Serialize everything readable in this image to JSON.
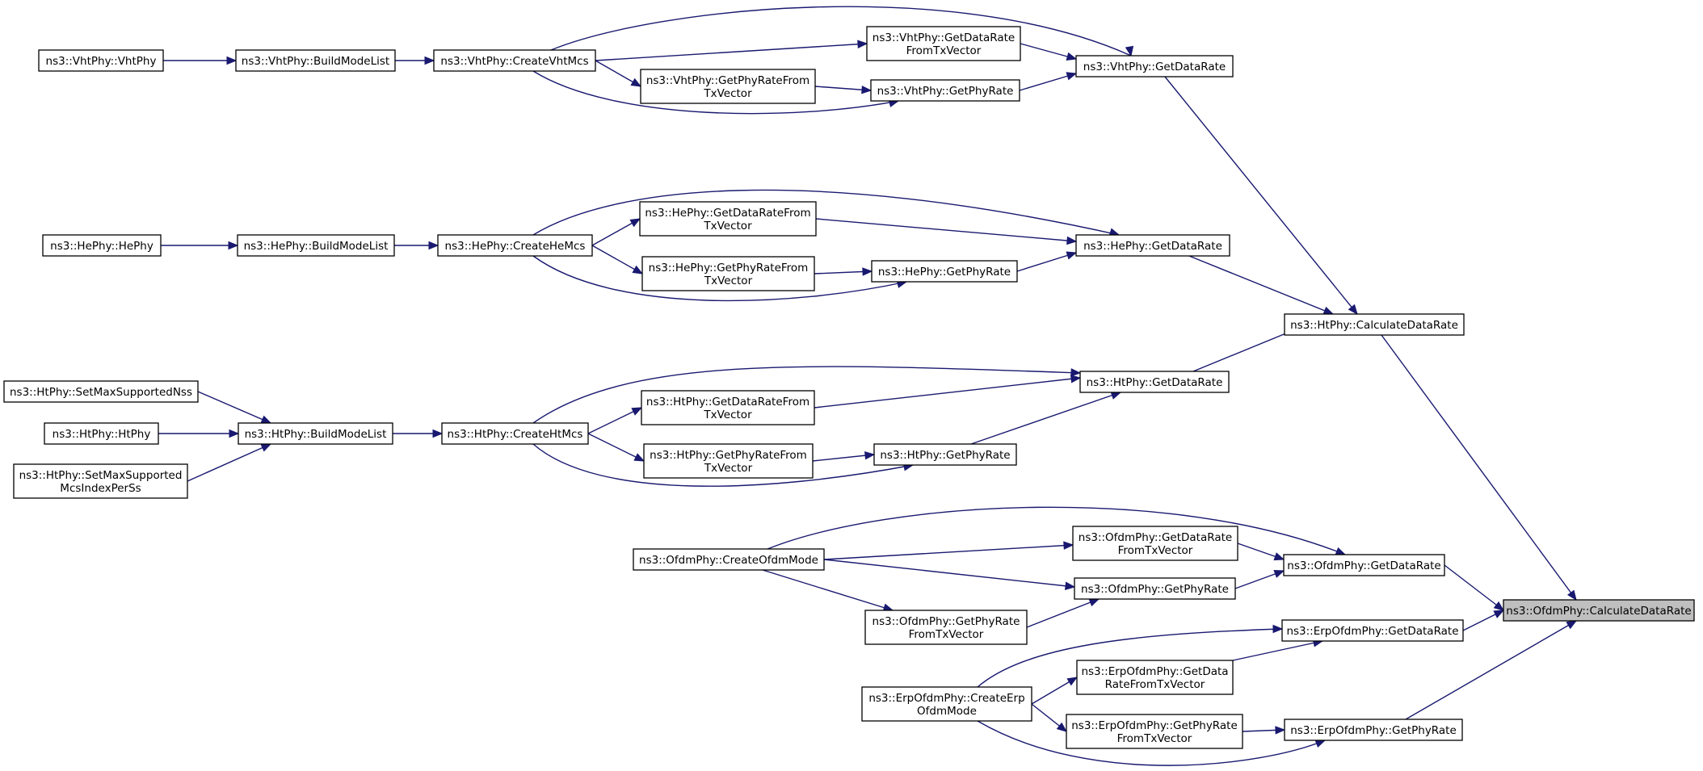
{
  "diagram": {
    "nodes": [
      {
        "id": "ofdm_calc",
        "lines": [
          "ns3::OfdmPhy::CalculateDataRate"
        ],
        "root": true
      },
      {
        "id": "ht_calc",
        "lines": [
          "ns3::HtPhy::CalculateDataRate"
        ]
      },
      {
        "id": "vht_getdr",
        "lines": [
          "ns3::VhtPhy::GetDataRate"
        ]
      },
      {
        "id": "he_getdr",
        "lines": [
          "ns3::HePhy::GetDataRate"
        ]
      },
      {
        "id": "ht_getdr",
        "lines": [
          "ns3::HtPhy::GetDataRate"
        ]
      },
      {
        "id": "ofdm_getdr",
        "lines": [
          "ns3::OfdmPhy::GetDataRate"
        ]
      },
      {
        "id": "erp_getdr",
        "lines": [
          "ns3::ErpOfdmPhy::GetDataRate"
        ]
      },
      {
        "id": "erp_getpr",
        "lines": [
          "ns3::ErpOfdmPhy::GetPhyRate"
        ]
      },
      {
        "id": "vht_drtx",
        "lines": [
          "ns3::VhtPhy::GetDataRate",
          "FromTxVector"
        ]
      },
      {
        "id": "vht_getpr",
        "lines": [
          "ns3::VhtPhy::GetPhyRate"
        ]
      },
      {
        "id": "vht_prtx",
        "lines": [
          "ns3::VhtPhy::GetPhyRateFrom",
          "TxVector"
        ]
      },
      {
        "id": "vht_create",
        "lines": [
          "ns3::VhtPhy::CreateVhtMcs"
        ]
      },
      {
        "id": "vht_build",
        "lines": [
          "ns3::VhtPhy::BuildModeList"
        ]
      },
      {
        "id": "vht_ctor",
        "lines": [
          "ns3::VhtPhy::VhtPhy"
        ]
      },
      {
        "id": "he_drtx",
        "lines": [
          "ns3::HePhy::GetDataRateFrom",
          "TxVector"
        ]
      },
      {
        "id": "he_getpr",
        "lines": [
          "ns3::HePhy::GetPhyRate"
        ]
      },
      {
        "id": "he_prtx",
        "lines": [
          "ns3::HePhy::GetPhyRateFrom",
          "TxVector"
        ]
      },
      {
        "id": "he_create",
        "lines": [
          "ns3::HePhy::CreateHeMcs"
        ]
      },
      {
        "id": "he_build",
        "lines": [
          "ns3::HePhy::BuildModeList"
        ]
      },
      {
        "id": "he_ctor",
        "lines": [
          "ns3::HePhy::HePhy"
        ]
      },
      {
        "id": "ht_drtx",
        "lines": [
          "ns3::HtPhy::GetDataRateFrom",
          "TxVector"
        ]
      },
      {
        "id": "ht_getpr",
        "lines": [
          "ns3::HtPhy::GetPhyRate"
        ]
      },
      {
        "id": "ht_prtx",
        "lines": [
          "ns3::HtPhy::GetPhyRateFrom",
          "TxVector"
        ]
      },
      {
        "id": "ht_create",
        "lines": [
          "ns3::HtPhy::CreateHtMcs"
        ]
      },
      {
        "id": "ht_build",
        "lines": [
          "ns3::HtPhy::BuildModeList"
        ]
      },
      {
        "id": "ht_setnss",
        "lines": [
          "ns3::HtPhy::SetMaxSupportedNss"
        ]
      },
      {
        "id": "ht_ctor",
        "lines": [
          "ns3::HtPhy::HtPhy"
        ]
      },
      {
        "id": "ht_setmcs",
        "lines": [
          "ns3::HtPhy::SetMaxSupported",
          "McsIndexPerSs"
        ]
      },
      {
        "id": "ofdm_drtx",
        "lines": [
          "ns3::OfdmPhy::GetDataRate",
          "FromTxVector"
        ]
      },
      {
        "id": "ofdm_getpr",
        "lines": [
          "ns3::OfdmPhy::GetPhyRate"
        ]
      },
      {
        "id": "ofdm_prtx",
        "lines": [
          "ns3::OfdmPhy::GetPhyRate",
          "FromTxVector"
        ]
      },
      {
        "id": "ofdm_create",
        "lines": [
          "ns3::OfdmPhy::CreateOfdmMode"
        ]
      },
      {
        "id": "erp_drtx",
        "lines": [
          "ns3::ErpOfdmPhy::GetData",
          "RateFromTxVector"
        ]
      },
      {
        "id": "erp_prtx",
        "lines": [
          "ns3::ErpOfdmPhy::GetPhyRate",
          "FromTxVector"
        ]
      },
      {
        "id": "erp_create",
        "lines": [
          "ns3::ErpOfdmPhy::CreateErp",
          "OfdmMode"
        ]
      }
    ],
    "edges": [
      {
        "from": "ht_calc",
        "to": "ofdm_calc"
      },
      {
        "from": "ofdm_getdr",
        "to": "ofdm_calc"
      },
      {
        "from": "erp_getdr",
        "to": "ofdm_calc"
      },
      {
        "from": "erp_getpr",
        "to": "ofdm_calc"
      },
      {
        "from": "vht_getdr",
        "to": "ht_calc"
      },
      {
        "from": "he_getdr",
        "to": "ht_calc"
      },
      {
        "from": "ht_getdr",
        "to": "ht_calc"
      },
      {
        "from": "vht_create",
        "to": "vht_getdr"
      },
      {
        "from": "vht_drtx",
        "to": "vht_getdr"
      },
      {
        "from": "vht_getpr",
        "to": "vht_getdr"
      },
      {
        "from": "vht_create",
        "to": "vht_drtx"
      },
      {
        "from": "vht_create",
        "to": "vht_prtx"
      },
      {
        "from": "vht_prtx",
        "to": "vht_getpr"
      },
      {
        "from": "vht_create",
        "to": "vht_getpr"
      },
      {
        "from": "vht_build",
        "to": "vht_create"
      },
      {
        "from": "vht_ctor",
        "to": "vht_build"
      },
      {
        "from": "he_create",
        "to": "he_getdr"
      },
      {
        "from": "he_drtx",
        "to": "he_getdr"
      },
      {
        "from": "he_getpr",
        "to": "he_getdr"
      },
      {
        "from": "he_create",
        "to": "he_drtx"
      },
      {
        "from": "he_create",
        "to": "he_prtx"
      },
      {
        "from": "he_prtx",
        "to": "he_getpr"
      },
      {
        "from": "he_create",
        "to": "he_getpr"
      },
      {
        "from": "he_build",
        "to": "he_create"
      },
      {
        "from": "he_ctor",
        "to": "he_build"
      },
      {
        "from": "ht_create",
        "to": "ht_getdr"
      },
      {
        "from": "ht_drtx",
        "to": "ht_getdr"
      },
      {
        "from": "ht_getpr",
        "to": "ht_getdr"
      },
      {
        "from": "ht_create",
        "to": "ht_drtx"
      },
      {
        "from": "ht_create",
        "to": "ht_prtx"
      },
      {
        "from": "ht_prtx",
        "to": "ht_getpr"
      },
      {
        "from": "ht_create",
        "to": "ht_getpr"
      },
      {
        "from": "ht_build",
        "to": "ht_create"
      },
      {
        "from": "ht_setnss",
        "to": "ht_build"
      },
      {
        "from": "ht_ctor",
        "to": "ht_build"
      },
      {
        "from": "ht_setmcs",
        "to": "ht_build"
      },
      {
        "from": "ofdm_create",
        "to": "ofdm_getdr"
      },
      {
        "from": "ofdm_drtx",
        "to": "ofdm_getdr"
      },
      {
        "from": "ofdm_getpr",
        "to": "ofdm_getdr"
      },
      {
        "from": "ofdm_create",
        "to": "ofdm_drtx"
      },
      {
        "from": "ofdm_create",
        "to": "ofdm_getpr"
      },
      {
        "from": "ofdm_create",
        "to": "ofdm_prtx"
      },
      {
        "from": "ofdm_prtx",
        "to": "ofdm_getpr"
      },
      {
        "from": "erp_create",
        "to": "erp_getdr"
      },
      {
        "from": "erp_drtx",
        "to": "erp_getdr"
      },
      {
        "from": "erp_create",
        "to": "erp_drtx"
      },
      {
        "from": "erp_create",
        "to": "erp_prtx"
      },
      {
        "from": "erp_prtx",
        "to": "erp_getpr"
      },
      {
        "from": "erp_create",
        "to": "erp_getpr"
      }
    ]
  }
}
